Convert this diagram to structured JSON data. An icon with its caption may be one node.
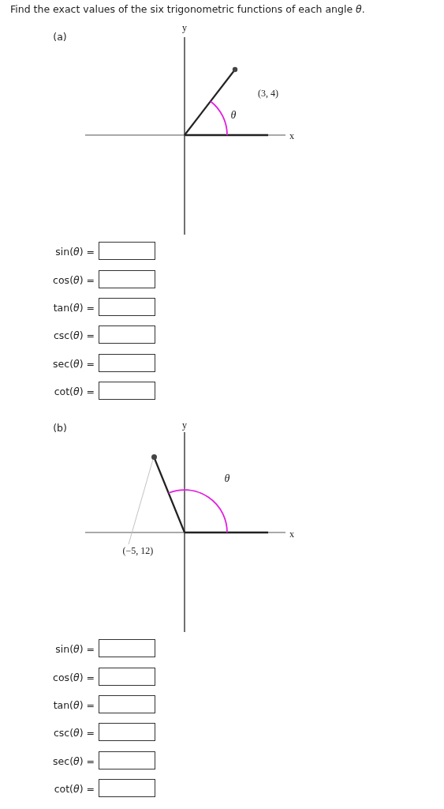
{
  "diagram": {
    "title": "Find the exact values of the six trigonometric functions of each angle *θ*.",
    "nodes": [
      {
        "text": [
          "(−5, 12)"
        ]
      },
      {
        "text": [],
        "shape": "circle"
      }
    ],
    "edges": [
      {
        "from": 0,
        "to": 1,
        "arrow": "none"
      }
    ],
    "labels": [
      "(a)",
      "y",
      "(3, 4)",
      "θ",
      "x",
      "sin(*θ*) =",
      "cos(*θ*) =",
      "tan(*θ*) =",
      "csc(*θ*) =",
      "sec(*θ*) =",
      "cot(*θ*) =",
      "(b)",
      "y",
      "θ",
      "x",
      "sin(*θ*) =",
      "cos(*θ*) =",
      "tan(*θ*) =",
      "csc(*θ*) =",
      "sec(*θ*) =",
      "cot(*θ*) ="
    ]
  }
}
